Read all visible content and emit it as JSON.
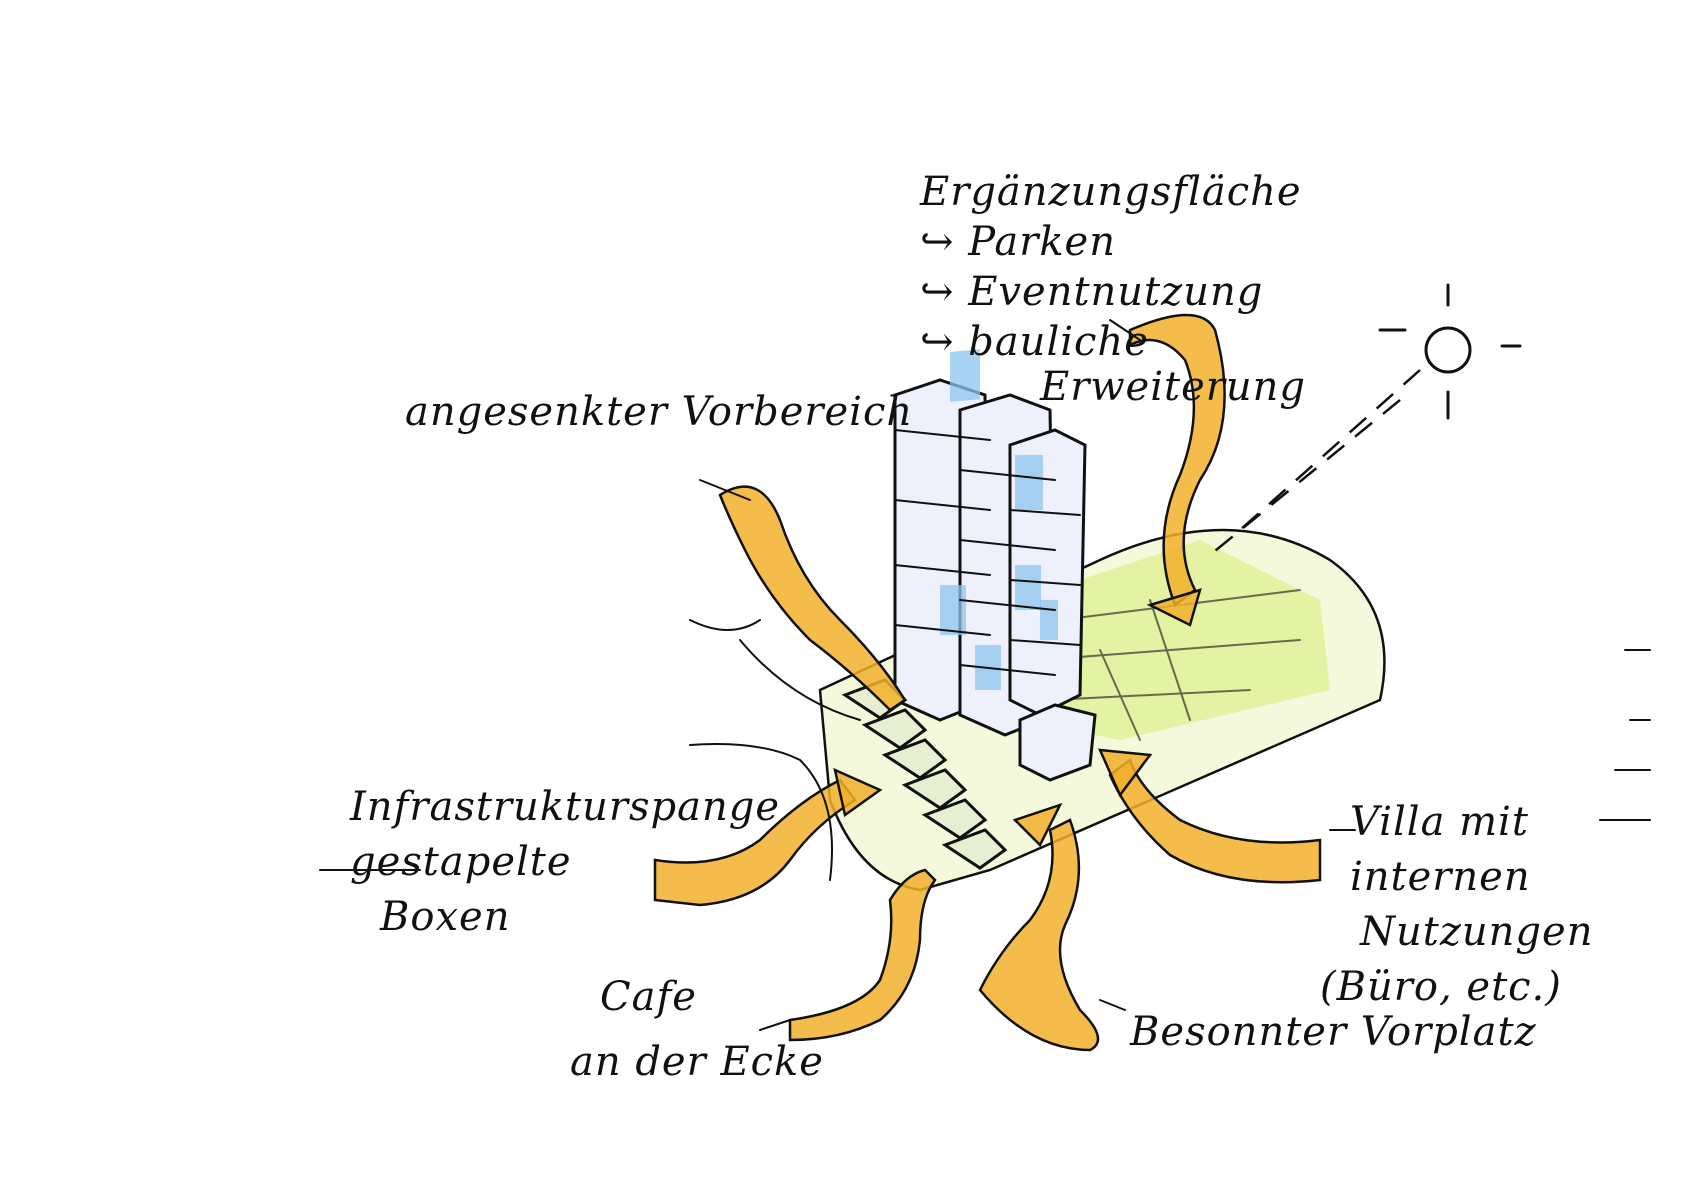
{
  "labels": {
    "top": [
      "Ergänzungsfläche",
      "↪ Parken",
      "↪ Eventnutzung",
      "↪ bauliche",
      "Erweiterung"
    ],
    "upper_left": "angesenkter Vorbereich",
    "left": [
      "Infrastrukturspange",
      "gestapelte",
      "Boxen"
    ],
    "right": [
      "Villa mit",
      "internen",
      "Nutzungen",
      "(Büro, etc.)"
    ],
    "bottom_left": [
      "Cafe",
      "an der Ecke"
    ],
    "bottom_right": "Besonnter Vorplatz"
  },
  "colors": {
    "ink": "#111111",
    "flow_arrow": "#f2b02a",
    "glass": "#8cc4ee",
    "site_green": "#dcef8a",
    "paper": "#ffffff"
  },
  "icons": [
    "sun-icon"
  ]
}
